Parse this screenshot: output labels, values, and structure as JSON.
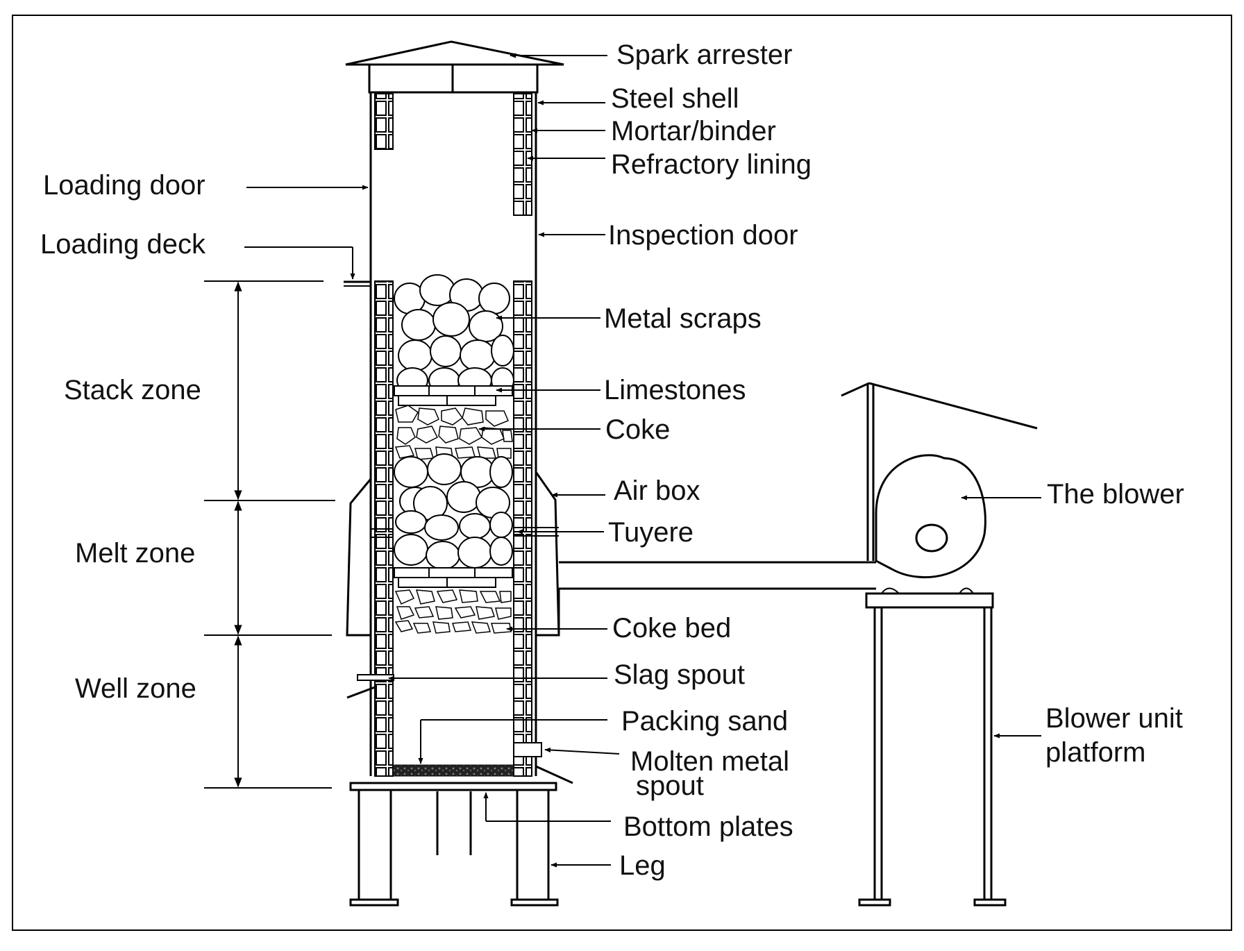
{
  "labels": {
    "spark_arrester": "Spark arrester",
    "steel_shell": "Steel shell",
    "mortar_binder": "Mortar/binder",
    "refractory_lining": "Refractory lining",
    "loading_door": "Loading door",
    "loading_deck": "Loading deck",
    "inspection_door": "Inspection door",
    "metal_scraps": "Metal scraps",
    "stack_zone": "Stack zone",
    "limestones": "Limestones",
    "coke": "Coke",
    "air_box": "Air box",
    "the_blower": "The blower",
    "tuyere": "Tuyere",
    "melt_zone": "Melt zone",
    "coke_bed": "Coke bed",
    "slag_spout": "Slag spout",
    "well_zone": "Well zone",
    "packing_sand": "Packing sand",
    "blower_unit_platform_1": "Blower unit",
    "blower_unit_platform_2": "platform",
    "molten_metal_spout_1": "Molten metal",
    "molten_metal_spout_2": "spout",
    "bottom_plates": "Bottom plates",
    "leg": "Leg"
  }
}
